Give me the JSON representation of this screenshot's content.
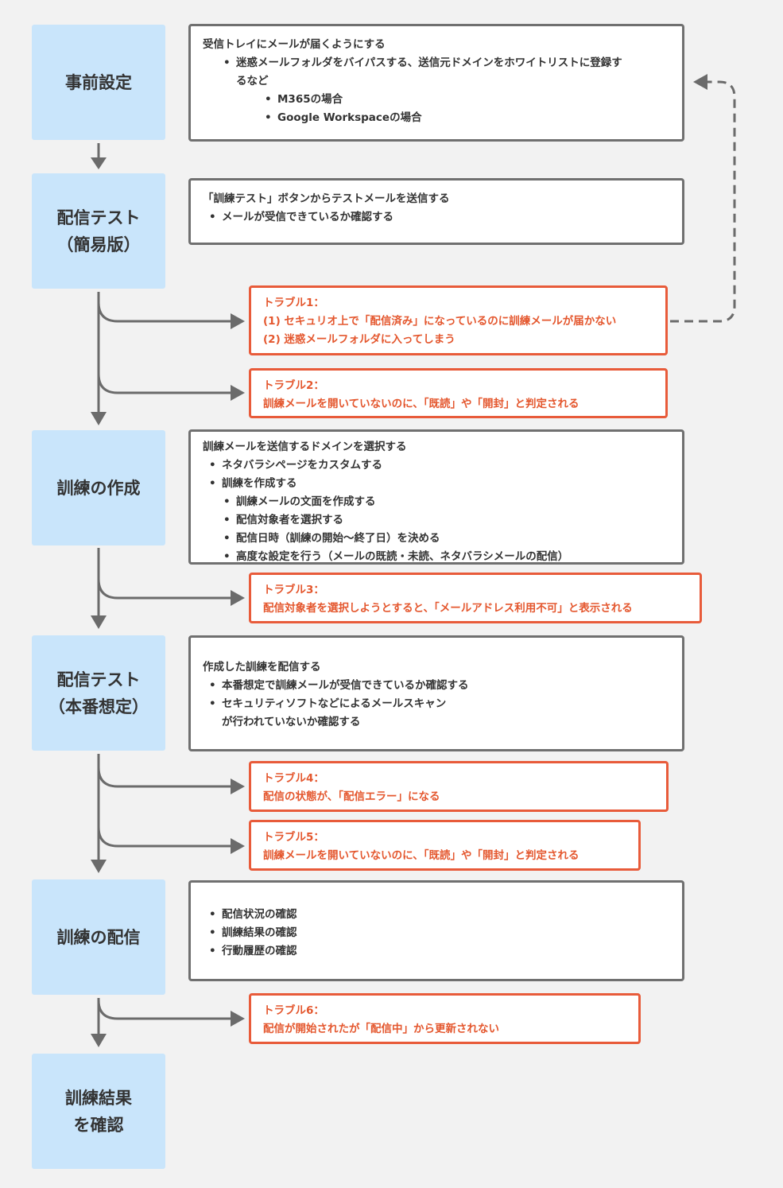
{
  "steps": [
    {
      "id": "pre-setup",
      "label": "事前設定"
    },
    {
      "id": "delivery-test-simple",
      "label": "配信テスト\n（簡易版）"
    },
    {
      "id": "create-training",
      "label": "訓練の作成"
    },
    {
      "id": "delivery-test-prod",
      "label": "配信テスト\n（本番想定）"
    },
    {
      "id": "deliver-training",
      "label": "訓練の配信"
    },
    {
      "id": "check-results",
      "label": "訓練結果\nを確認"
    }
  ],
  "details": {
    "pre_setup": {
      "title": "受信トレイにメールが届くようにする",
      "bullet": "迷惑メールフォルダをバイパスする、送信元ドメインをホワイトリストに登録す",
      "bullet_cont": "るなど",
      "sub1": "M365の場合",
      "sub2": "Google Workspaceの場合"
    },
    "test_simple": {
      "title": "「訓練テスト」ボタンからテストメールを送信する",
      "bullet": "メールが受信できているか確認する"
    },
    "create": {
      "title": "訓練メールを送信するドメインを選択する",
      "b1": "ネタバラシページをカスタムする",
      "b2": "訓練を作成する",
      "s1": "訓練メールの文面を作成する",
      "s2": "配信対象者を選択する",
      "s3": "配信日時（訓練の開始〜終了日）を決める",
      "s4": "高度な設定を行う（メールの既読・未読、ネタバラシメールの配信）"
    },
    "test_prod": {
      "title": "作成した訓練を配信する",
      "b1": "本番想定で訓練メールが受信できているか確認する",
      "b2": "セキュリティソフトなどによるメールスキャン",
      "b2_cont": "が行われていないか確認する"
    },
    "deliver": {
      "b1": "配信状況の確認",
      "b2": "訓練結果の確認",
      "b3": "行動履歴の確認"
    }
  },
  "troubles": [
    {
      "title": "トラブル1：",
      "lines": [
        "(1) セキュリオ上で「配信済み」になっているのに訓練メールが届かない",
        "(2) 迷惑メールフォルダに入ってしまう"
      ]
    },
    {
      "title": "トラブル2：",
      "lines": [
        "訓練メールを開いていないのに、「既読」や「開封」と判定される"
      ]
    },
    {
      "title": "トラブル3：",
      "lines": [
        "配信対象者を選択しようとすると、「メールアドレス利用不可」と表示される"
      ]
    },
    {
      "title": "トラブル4：",
      "lines": [
        "配信の状態が、「配信エラー」になる"
      ]
    },
    {
      "title": "トラブル5：",
      "lines": [
        "訓練メールを開いていないのに、「既読」や「開封」と判定される"
      ]
    },
    {
      "title": "トラブル6：",
      "lines": [
        "配信が開始されたが「配信中」から更新されない"
      ]
    }
  ],
  "bullet_glyph": "•",
  "colors": {
    "step_fill": "#c9e5fb",
    "box_border": "#707070",
    "trouble_border": "#e85b3a",
    "trouble_text": "#e4572e",
    "arrow": "#6b6b6b",
    "background": "#f2f2f2"
  }
}
